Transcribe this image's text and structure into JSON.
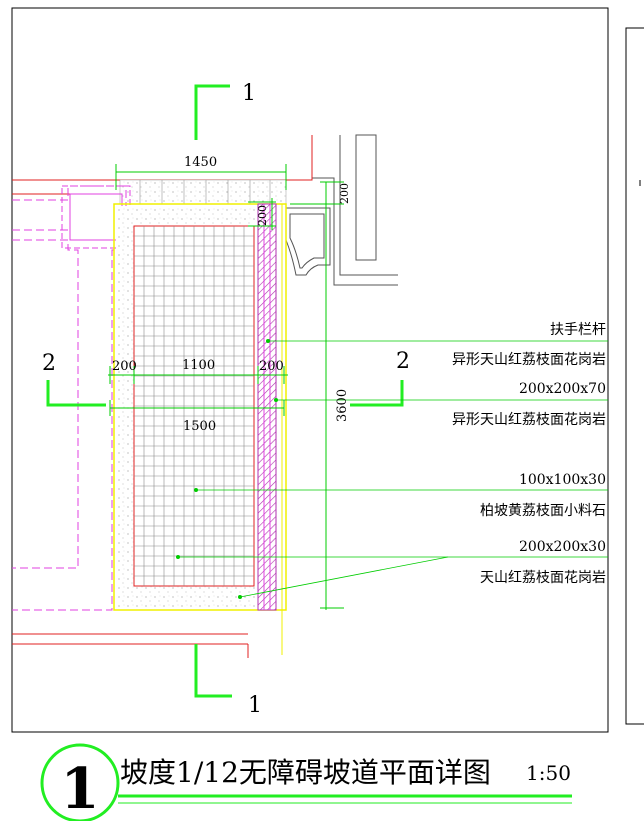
{
  "colors": {
    "background": "#ffffff",
    "frame": "#000000",
    "wall_red": "#e02020",
    "magenta_outline": "#e040e0",
    "pattern_yellow": "#f0f000",
    "leader_green": "#00cc00",
    "section_green": "#22ee22",
    "grid_gray": "#8a8a8a",
    "text": "#000000"
  },
  "section_marks": {
    "cut_1_top": "1",
    "cut_1_bottom": "1",
    "cut_2_left": "2",
    "cut_2_right": "2"
  },
  "dimensions": {
    "top_width": "1450",
    "top_gap": "200",
    "right_gap": "200",
    "left_border": "200",
    "ramp_width": "1100",
    "right_border": "200",
    "total_width": "1500",
    "length": "3600"
  },
  "callouts": [
    {
      "line1": "扶手栏杆",
      "line2": "异形天山红荔枝面花岗岩"
    },
    {
      "line1": "200x200x70",
      "line2": "异形天山红荔枝面花岗岩"
    },
    {
      "line1": "100x100x30",
      "line2": "柏坡黄荔枝面小料石"
    },
    {
      "line1": "200x200x30",
      "line2": "天山红荔枝面花岗岩"
    }
  ],
  "title_block": {
    "number": "1",
    "title": "坡度1/12无障碍坡道平面详图",
    "scale": "1:50"
  }
}
